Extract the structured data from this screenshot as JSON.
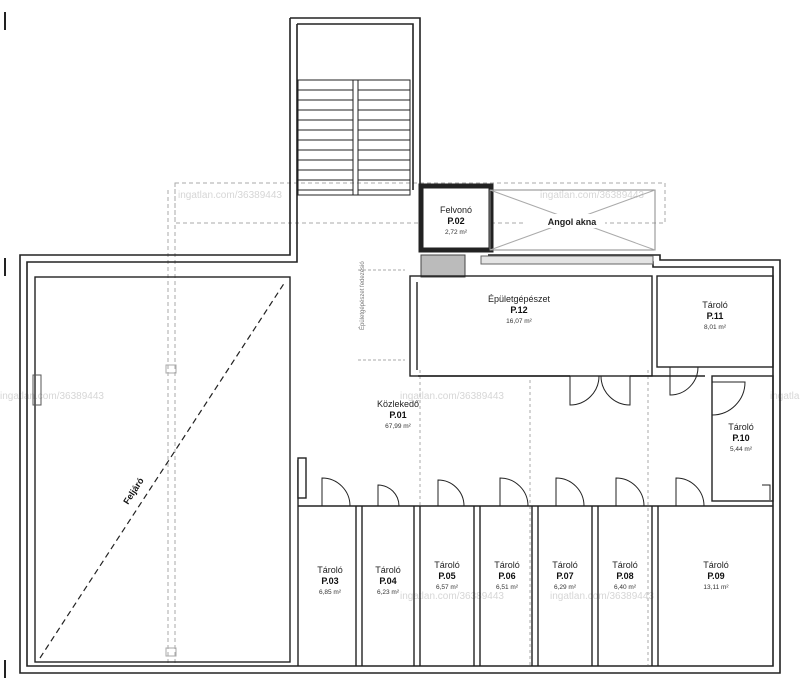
{
  "watermark": "ingatlan.com/36389443",
  "side_note": "Épületgépészet fedezésió",
  "ramp_label": "Feljáró",
  "shaft": {
    "label": "Angol akna"
  },
  "rooms": [
    {
      "name": "Felvonó",
      "code": "P.02",
      "area": "2,72 m²"
    },
    {
      "name": "Épületgépészet",
      "code": "P.12",
      "area": "16,07 m²"
    },
    {
      "name": "Tároló",
      "code": "P.11",
      "area": "8,01 m²"
    },
    {
      "name": "Közlekedő",
      "code": "P.01",
      "area": "67,99 m²"
    },
    {
      "name": "Tároló",
      "code": "P.10",
      "area": "5,44 m²"
    },
    {
      "name": "Tároló",
      "code": "P.03",
      "area": "6,85 m²"
    },
    {
      "name": "Tároló",
      "code": "P.04",
      "area": "6,23 m²"
    },
    {
      "name": "Tároló",
      "code": "P.05",
      "area": "6,57 m²"
    },
    {
      "name": "Tároló",
      "code": "P.06",
      "area": "6,51 m²"
    },
    {
      "name": "Tároló",
      "code": "P.07",
      "area": "6,29 m²"
    },
    {
      "name": "Tároló",
      "code": "P.08",
      "area": "6,40 m²"
    },
    {
      "name": "Tároló",
      "code": "P.09",
      "area": "13,11 m²"
    }
  ]
}
